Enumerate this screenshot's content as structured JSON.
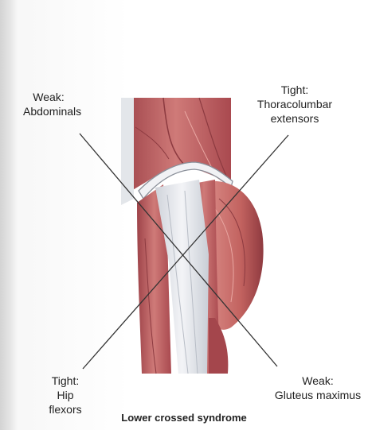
{
  "labels": {
    "top_left": {
      "line1": "Weak:",
      "line2": "Abdominals"
    },
    "top_right": {
      "line1": "Tight:",
      "line2": "Thoracolumbar",
      "line3": "extensors"
    },
    "bottom_left": {
      "line1": "Tight:",
      "line2": "Hip flexors"
    },
    "bottom_right": {
      "line1": "Weak:",
      "line2": "Gluteus maximus"
    }
  },
  "caption": "Lower crossed syndrome",
  "colors": {
    "muscle": "#b85a5e",
    "muscle_light": "#d98a88",
    "tendon": "#e6e8ec",
    "line": "#333333"
  }
}
